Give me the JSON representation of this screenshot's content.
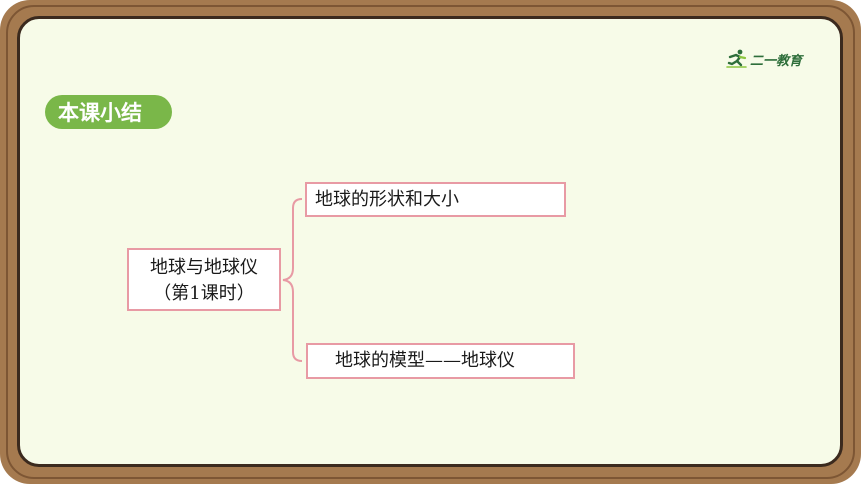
{
  "logo": {
    "text": "二一教育",
    "icon": "running-figure-icon",
    "color": "#2e6e3a"
  },
  "section_title": "本课小结",
  "mindmap": {
    "root": {
      "line1": "地球与地球仪",
      "line2": "（第1课时）"
    },
    "branches": [
      {
        "label": "地球的形状和大小"
      },
      {
        "label": "地球的模型——地球仪"
      }
    ]
  },
  "colors": {
    "frame": "#a57a4f",
    "board": "#f7fbe8",
    "pill": "#7ab749",
    "box_border": "#e89aa4"
  }
}
